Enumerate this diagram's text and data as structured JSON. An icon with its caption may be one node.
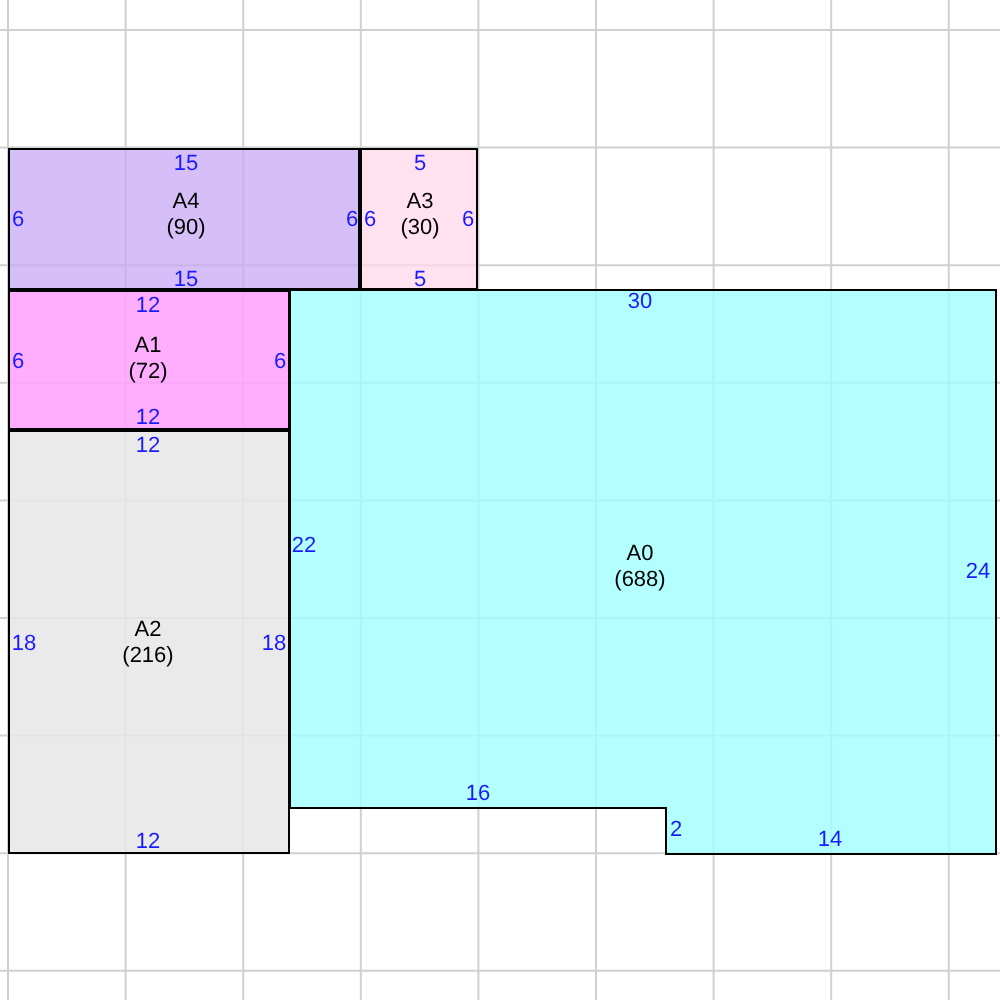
{
  "diagram": {
    "nodes": [
      {
        "text": [
          "A4",
          "(90)",
          "15",
          "6",
          "6",
          "15"
        ]
      },
      {
        "text": [
          "A3",
          "(30)",
          "5",
          "6",
          "6",
          "5"
        ]
      },
      {
        "text": [
          "A1",
          "(72)",
          "12",
          "6",
          "6",
          "12"
        ]
      },
      {
        "text": [
          "A0",
          "(688)",
          "30",
          "22",
          "24",
          "16",
          "2",
          "14"
        ]
      },
      {
        "text": [
          "A2",
          "(216)",
          "12",
          "18",
          "18",
          "12"
        ]
      }
    ]
  }
}
